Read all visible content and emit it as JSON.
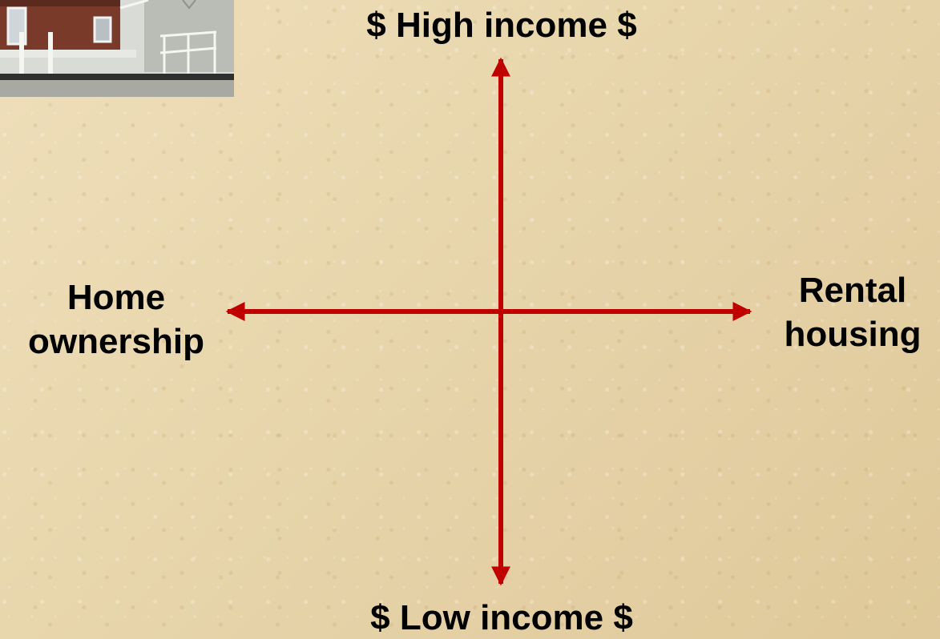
{
  "diagram": {
    "top_label": "$ High income $",
    "bottom_label": "$ Low income $",
    "left_label_line1": "Home",
    "left_label_line2": "ownership",
    "right_label_line1": "Rental",
    "right_label_line2": "housing"
  },
  "colors": {
    "axis": "#c00000",
    "background": "#e6d3a8",
    "text": "#000000"
  },
  "icons": {
    "photo": "house-photo-icon"
  }
}
